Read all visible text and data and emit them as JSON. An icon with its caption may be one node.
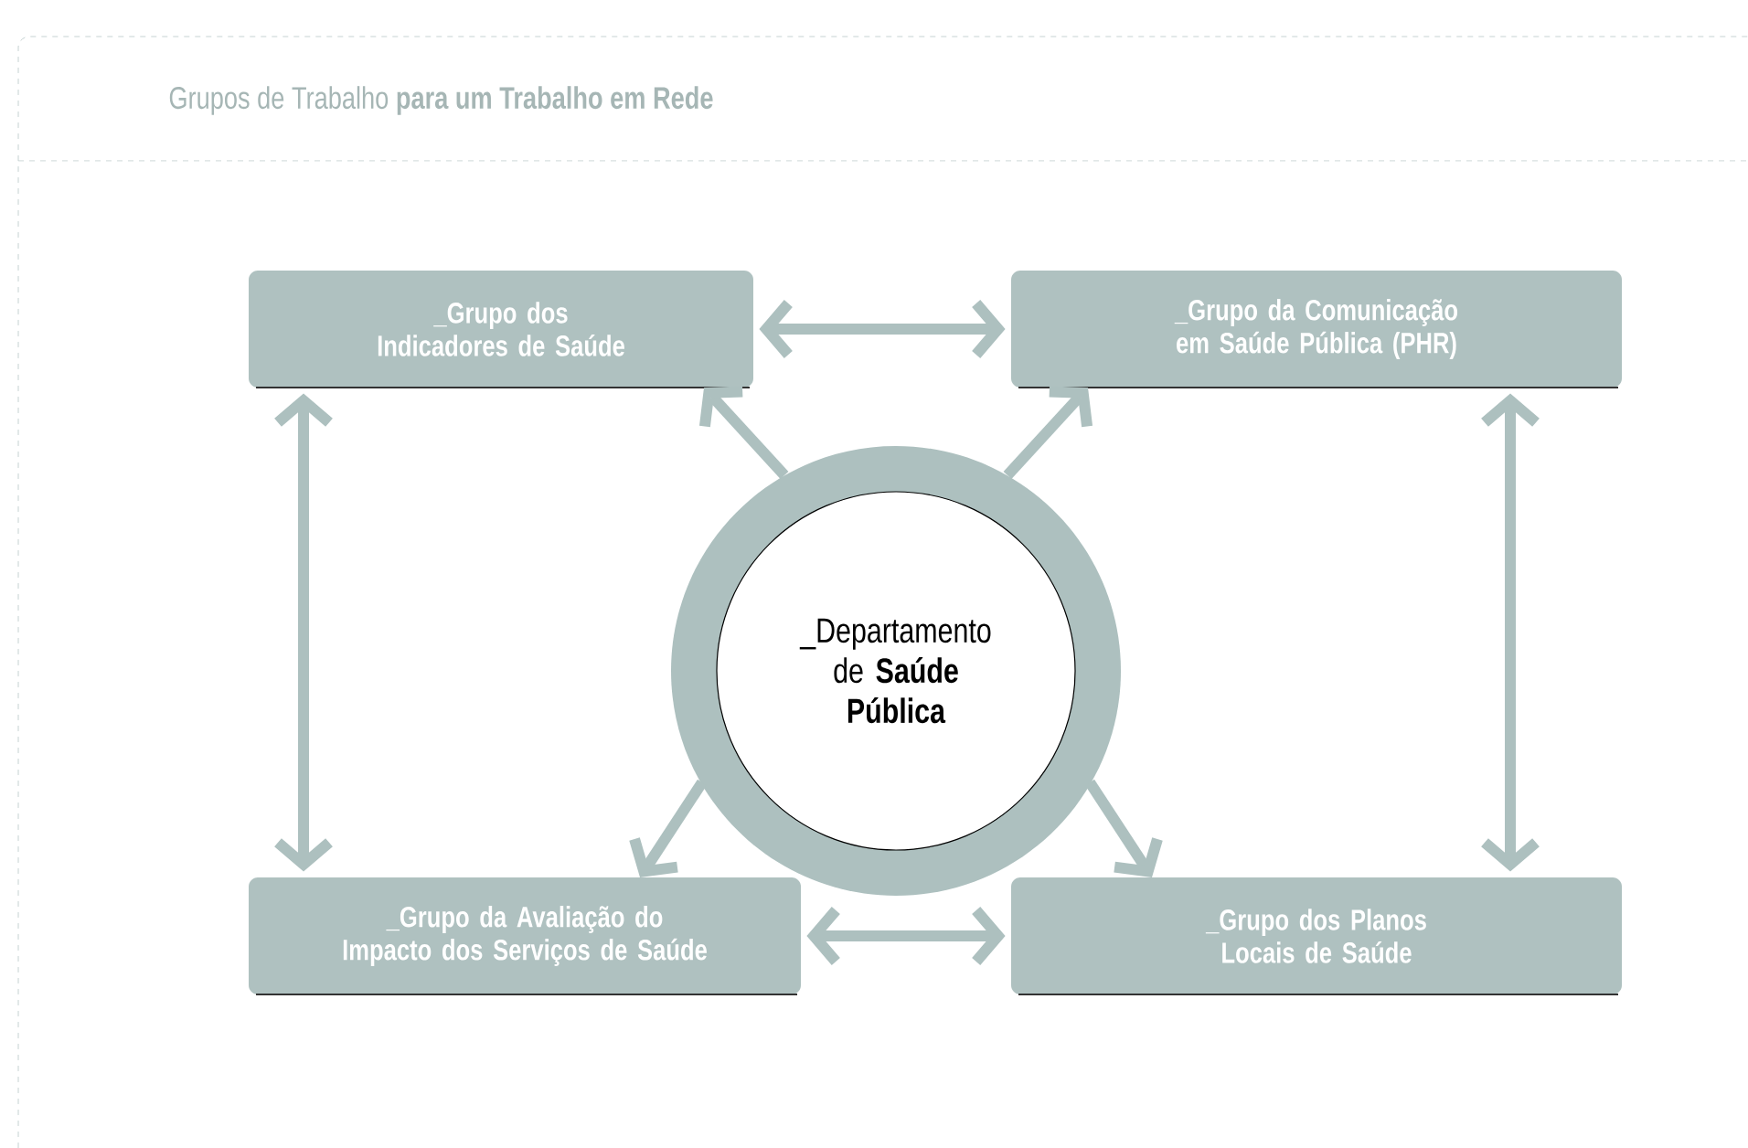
{
  "diagram": {
    "title": "Grupos de Trabalho **para um Trabalho em Rede**",
    "nodes": [
      {
        "text": [
          "_Grupo dos Indicadores de Saúde"
        ]
      },
      {
        "text": [
          "_Grupo da Comunicação em Saúde Pública (PHR)"
        ]
      },
      {
        "text": [
          "_Departamento de **Saúde Pública**"
        ]
      },
      {
        "text": [
          "_Grupo da Avaliação do Impacto dos Serviços de Saúde"
        ]
      },
      {
        "text": [
          "_Grupo dos Planos Locais de Saúde"
        ]
      }
    ],
    "edges": [
      {
        "from": 0,
        "to": 1,
        "arrow": "both"
      },
      {
        "from": 2,
        "to": 0,
        "arrow": "to"
      },
      {
        "from": 2,
        "to": 1,
        "arrow": "to"
      },
      {
        "from": 0,
        "to": 3,
        "arrow": "both"
      },
      {
        "from": 1,
        "to": 4,
        "arrow": "both"
      },
      {
        "from": 2,
        "to": 3,
        "arrow": "to"
      },
      {
        "from": 2,
        "to": 4,
        "arrow": "to"
      },
      {
        "from": 3,
        "to": 4,
        "arrow": "both"
      }
    ]
  }
}
